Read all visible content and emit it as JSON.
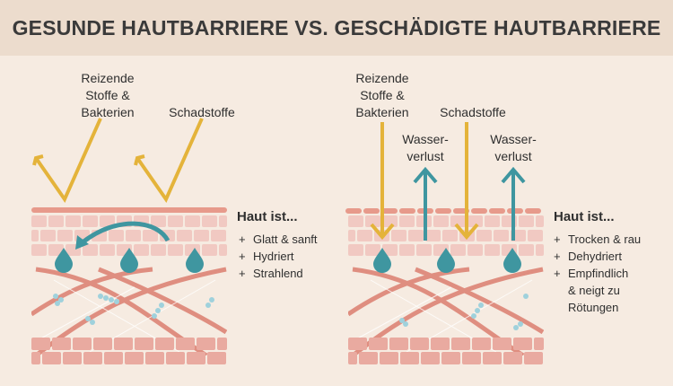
{
  "title": "GESUNDE HAUTBARRIERE VS. GESCHÄDIGTE HAUTBARRIERE",
  "colors": {
    "background": "#f6ebe1",
    "title_bar": "#ecdccd",
    "arrow_yellow": "#e4b33a",
    "arrow_teal": "#3f96a0",
    "skin_tile": "#f1c9c2",
    "brick": "#e9aaa0",
    "fiber": "#df8e80",
    "droplet": "#3f96a0",
    "text": "#2f2f2f"
  },
  "left": {
    "label_irritants": [
      "Reizende",
      "Stoffe &",
      "Bakterien"
    ],
    "label_pollutants": "Schadstoffe",
    "heading": "Haut ist...",
    "bullets": [
      {
        "text": "Glatt & sanft",
        "cont": false
      },
      {
        "text": "Hydriert",
        "cont": false
      },
      {
        "text": "Strahlend",
        "cont": false
      }
    ]
  },
  "right": {
    "label_irritants": [
      "Reizende",
      "Stoffe &",
      "Bakterien"
    ],
    "label_pollutants": "Schadstoffe",
    "label_water_loss_1": [
      "Wasser-",
      "verlust"
    ],
    "label_water_loss_2": [
      "Wasser-",
      "verlust"
    ],
    "heading": "Haut ist...",
    "bullets": [
      {
        "text": "Trocken & rau",
        "cont": false
      },
      {
        "text": "Dehydriert",
        "cont": false
      },
      {
        "text": "Empfindlich",
        "cont": false
      },
      {
        "text": "& neigt zu",
        "cont": true
      },
      {
        "text": "Rötungen",
        "cont": true
      }
    ]
  }
}
